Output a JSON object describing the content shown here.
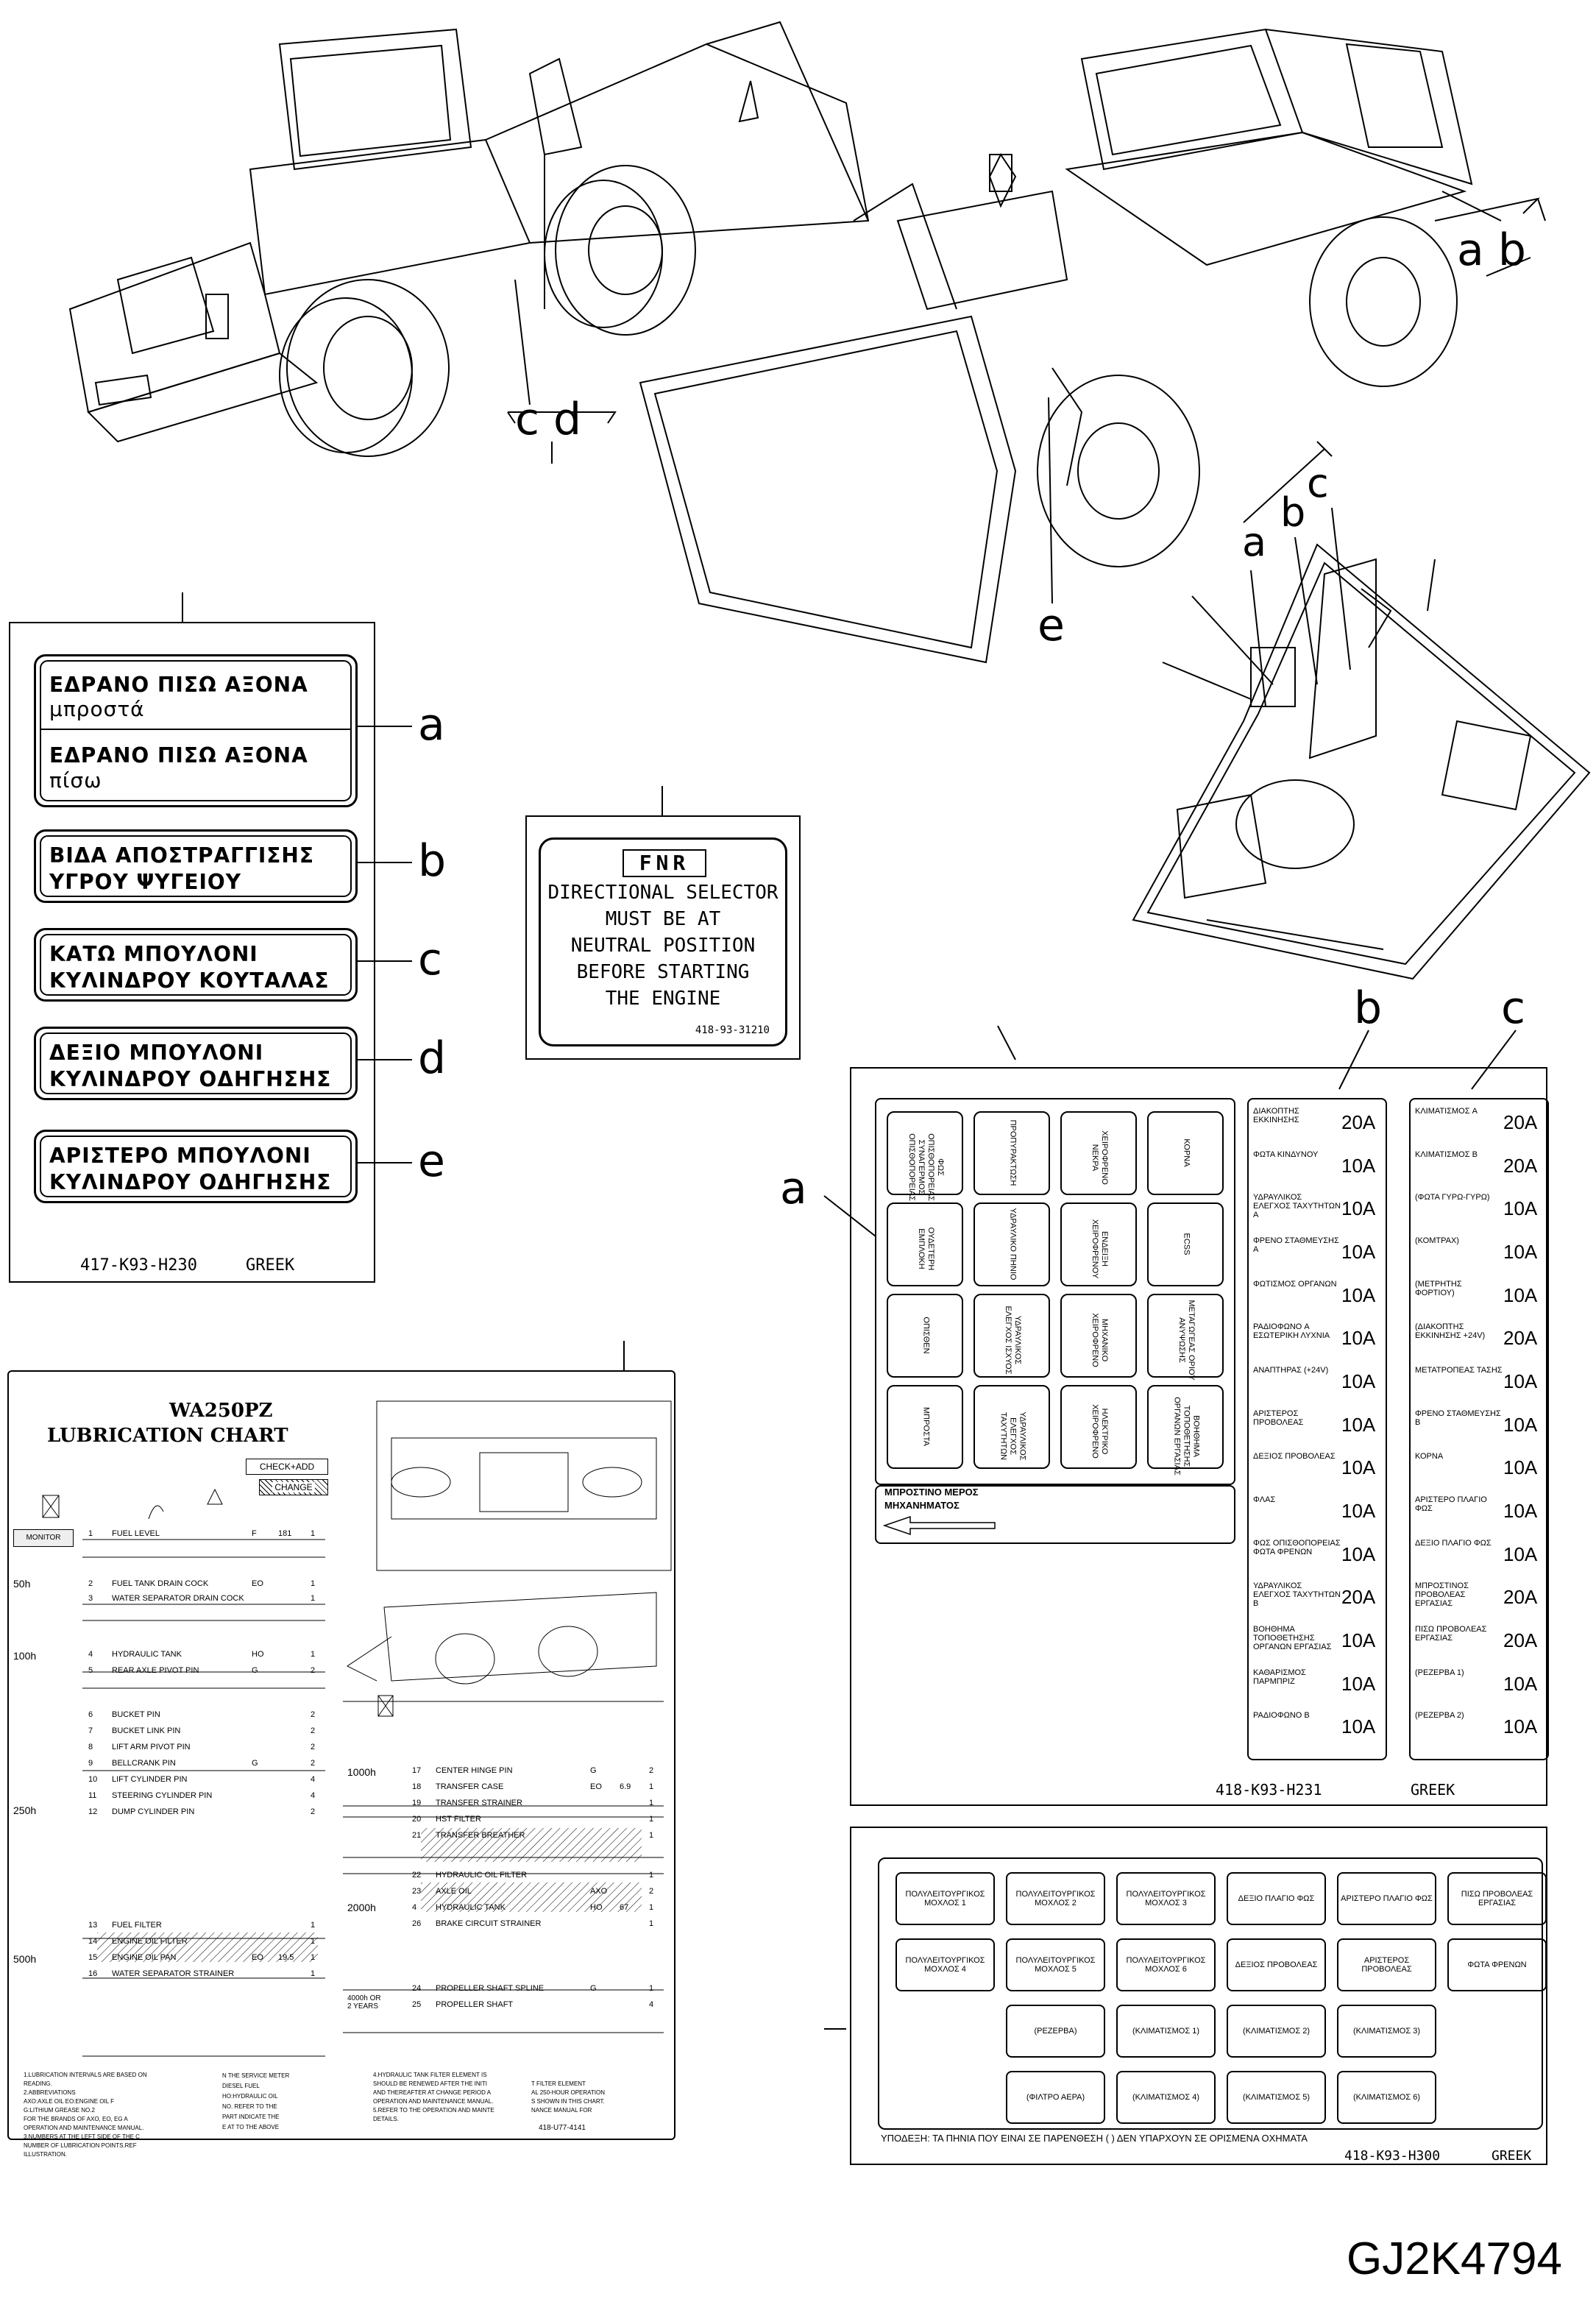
{
  "figure_code": "GJ2K4794",
  "callouts": {
    "cd": "c d",
    "ab_right": "a b",
    "e": "e",
    "cab_a": "a",
    "cab_b": "b",
    "cab_c": "c",
    "fuse_a": "a",
    "fuse_b": "b",
    "fuse_c": "c"
  },
  "greek_labels": {
    "a1_line1": "ΕΔΡΑΝΟ ΠΙΣΩ ΑΞΟΝΑ",
    "a1_line2": "μπροστά",
    "a2_line1": "ΕΔΡΑΝΟ ΠΙΣΩ ΑΞΟΝΑ",
    "a2_line2": "πίσω",
    "b_line1": "ΒΙΔΑ ΑΠΟΣΤΡΑΓΓΙΣΗΣ",
    "b_line2": "ΥΓΡΟΥ ΨΥΓΕΙΟΥ",
    "c_line1": "ΚΑΤΩ ΜΠΟΥΛΟΝΙ",
    "c_line2": "ΚΥΛΙΝΔΡΟΥ ΚΟΥΤΑΛΑΣ",
    "d_line1": "ΔΕΞΙΟ ΜΠΟΥΛΟΝΙ",
    "d_line2": "ΚΥΛΙΝΔΡΟΥ ΟΔΗΓΗΣΗΣ",
    "e_line1": "ΑΡΙΣΤΕΡΟ ΜΠΟΥΛΟΝΙ",
    "e_line2": "ΚΥΛΙΝΔΡΟΥ ΟΔΗΓΗΣΗΣ",
    "letters": [
      "a",
      "b",
      "c",
      "d",
      "e"
    ],
    "code": "417-K93-H230",
    "lang": "GREEK"
  },
  "fnr": {
    "badge": "FNR",
    "l1": "DIRECTIONAL SELECTOR",
    "l2": "MUST BE AT",
    "l3": "NEUTRAL POSITION",
    "l4": "BEFORE STARTING",
    "l5": "THE ENGINE",
    "code": "418-93-31210"
  },
  "lube": {
    "title1": "WA250PZ",
    "title2": "LUBRICATION CHART",
    "check": "CHECK+ADD",
    "change": "CHANGE",
    "intervals": [
      "MONITOR",
      "50h",
      "100h",
      "250h",
      "500h",
      "1000h",
      "2000h",
      "4000h OR 2 YEARS"
    ],
    "rows_left": [
      {
        "n": "1",
        "item": "FUEL LEVEL",
        "c": "F",
        "q": "181",
        "p": "1"
      },
      {
        "n": "2",
        "item": "FUEL TANK DRAIN COCK",
        "c": "EO",
        "q": "",
        "p": "1"
      },
      {
        "n": "3",
        "item": "WATER SEPARATOR DRAIN COCK",
        "c": "",
        "q": "",
        "p": "1"
      },
      {
        "n": "4",
        "item": "HYDRAULIC TANK",
        "c": "HO",
        "q": "",
        "p": "1"
      },
      {
        "n": "5",
        "item": "REAR AXLE PIVOT PIN",
        "c": "G",
        "q": "",
        "p": "2"
      },
      {
        "n": "6",
        "item": "BUCKET PIN",
        "c": "",
        "q": "",
        "p": "2"
      },
      {
        "n": "7",
        "item": "BUCKET LINK PIN",
        "c": "",
        "q": "",
        "p": "2"
      },
      {
        "n": "8",
        "item": "LIFT ARM PIVOT PIN",
        "c": "",
        "q": "",
        "p": "2"
      },
      {
        "n": "9",
        "item": "BELLCRANK PIN",
        "c": "G",
        "q": "",
        "p": "2"
      },
      {
        "n": "10",
        "item": "LIFT CYLINDER PIN",
        "c": "",
        "q": "",
        "p": "4"
      },
      {
        "n": "11",
        "item": "STEERING CYLINDER PIN",
        "c": "",
        "q": "",
        "p": "4"
      },
      {
        "n": "12",
        "item": "DUMP CYLINDER PIN",
        "c": "",
        "q": "",
        "p": "2"
      },
      {
        "n": "13",
        "item": "FUEL FILTER",
        "c": "",
        "q": "",
        "p": "1"
      },
      {
        "n": "14",
        "item": "ENGINE OIL FILTER",
        "c": "",
        "q": "",
        "p": "1"
      },
      {
        "n": "15",
        "item": "ENGINE OIL PAN",
        "c": "EO",
        "q": "19.5",
        "p": "1"
      },
      {
        "n": "16",
        "item": "WATER SEPARATOR STRAINER",
        "c": "",
        "q": "",
        "p": "1"
      }
    ],
    "rows_right": [
      {
        "n": "17",
        "item": "CENTER HINGE PIN",
        "c": "G",
        "q": "",
        "p": "2"
      },
      {
        "n": "18",
        "item": "TRANSFER CASE",
        "c": "EO",
        "q": "6.9",
        "p": "1"
      },
      {
        "n": "19",
        "item": "TRANSFER STRAINER",
        "c": "",
        "q": "",
        "p": "1"
      },
      {
        "n": "20",
        "item": "HST FILTER",
        "c": "",
        "q": "",
        "p": "1"
      },
      {
        "n": "21",
        "item": "TRANSFER BREATHER",
        "c": "",
        "q": "",
        "p": "1"
      },
      {
        "n": "22",
        "item": "HYDRAULIC OIL FILTER",
        "c": "",
        "q": "",
        "p": "1"
      },
      {
        "n": "23",
        "item": "AXLE OIL",
        "c": "AXO",
        "q": "",
        "p": "2"
      },
      {
        "n": "4",
        "item": "HYDRAULIC TANK",
        "c": "HO",
        "q": "67",
        "p": "1"
      },
      {
        "n": "26",
        "item": "BRAKE CIRCUIT STRAINER",
        "c": "",
        "q": "",
        "p": "1"
      },
      {
        "n": "24",
        "item": "PROPELLER SHAFT SPLINE",
        "c": "G",
        "q": "",
        "p": "1"
      },
      {
        "n": "25",
        "item": "PROPELLER SHAFT",
        "c": "",
        "q": "",
        "p": "4"
      }
    ],
    "notes": [
      "1.LUBRICATION INTERVALS ARE BASED ON",
      "READING.",
      "2.ABBREVIATIONS",
      "AXO:AXLE OIL  EO:ENGINE OIL  F",
      "G:LITHIUM GREASE NO.2",
      "FOR THE BRANDS OF AXO, EO, EG A",
      "OPERATION AND MAINTENANCE MANUAL.",
      "3.NUMBERS AT THE LEFT SIDE OF THE C",
      "NUMBER OF LUBRICATION POINTS.REF",
      "ILLUSTRATION."
    ],
    "notes_mid": [
      "N THE SERVICE METER",
      "DIESEL FUEL",
      "HO:HYDRAULIC OIL",
      "NO. REFER TO THE",
      "PART INDICATE THE",
      "E AT TO THE ABOVE"
    ],
    "notes_right": [
      "4.HYDRAULIC TANK FILTER ELEMENT IS",
      "SHOULD BE RENEWED AFTER THE INITI",
      "AND THEREAFTER AT CHANGE PERIOD A",
      "OPERATION AND MAINTENANCE MANUAL.",
      "5.REFER TO THE OPERATION AND MAINTE",
      "DETAILS."
    ],
    "notes_right2": [
      "T FILTER ELEMENT",
      "AL 250-HOUR OPERATION",
      "S SHOWN IN THIS CHART.",
      "NANCE MANUAL FOR"
    ],
    "code": "418-U77-4141"
  },
  "fuse": {
    "relays": [
      "ΦΩΣ ΟΠΙΣΘΟΠΟΡΕΙΑΣ ΣΥΝΑΓΕΡΜΟΣ ΟΠΙΣΘΟΠΟΡΕΙΑΣ",
      "ΠΡΟΠΥΡΑΚΤΩΣΗ",
      "ΧΕΙΡΟΦΡΕΝΟ ΝΕΚΡΑ",
      "ΚΟΡΝΑ",
      "ΟΥΔΕΤΕΡΗ ΕΜΠΛΟΚΗ",
      "ΥΔΡΑΥΛΙΚΟ ΠΗΝΙΟ",
      "ΕΝΔΕΙΞΗ ΧΕΙΡΟΦΡΕΝΟΥ",
      "ECSS",
      "ΟΠΙΣΘΕΝ",
      "ΥΔΡΑΥΛΙΚΟΣ ΕΛΕΓΧΟΣ ΙΣΧΥΟΣ",
      "ΜΗΧΑΝΙΚΟ ΧΕΙΡΟΦΡΕΝΟ",
      "ΜΕΤΑΓΩΓΕΑΣ ΟΡΙΟΥ ΑΝΥΨΩΣΗΣ",
      "ΜΠΡΟΣΤΑ",
      "ΥΔΡΑΥΛΙΚΟΣ ΕΛΕΓΧΟΣ ΤΑΧΥΤΗΤΩΝ",
      "ΗΛΕΚΤΡΙΚΟ ΧΕΙΡΟΦΡΕΝΟ",
      "ΒΟΗΘΗΜΑ ΤΟΠΟΘΕΤΗΣΗΣ ΟΡΓΑΝΩΝ ΕΡΓΑΣΙΑΣ"
    ],
    "front_label1": "ΜΠΡΟΣΤΙΝΟ ΜΕΡΟΣ",
    "front_label2": "ΜΗΧΑΝΗΜΑΤΟΣ",
    "col_b": [
      {
        "name": "ΔΙΑΚΟΠΤΗΣ ΕΚΚΙΝΗΣΗΣ",
        "amp": "20A"
      },
      {
        "name": "ΦΩΤΑ ΚΙΝΔΥΝΟΥ",
        "amp": "10A"
      },
      {
        "name": "ΥΔΡΑΥΛΙΚΟΣ ΕΛΕΓΧΟΣ ΤΑΧΥΤΗΤΩΝ A",
        "amp": "10A"
      },
      {
        "name": "ΦΡΕΝΟ ΣΤΑΘΜΕΥΣΗΣ A",
        "amp": "10A"
      },
      {
        "name": "ΦΩΤΙΣΜΟΣ ΟΡΓΑΝΩΝ",
        "amp": "10A"
      },
      {
        "name": "ΡΑΔΙΟΦΩΝΟ A ΕΣΩΤΕΡΙΚΗ ΛΥΧΝΙΑ",
        "amp": "10A"
      },
      {
        "name": "ΑΝΑΠΤΗΡΑΣ (+24V)",
        "amp": "10A"
      },
      {
        "name": "ΑΡΙΣΤΕΡΟΣ ΠΡΟΒΟΛΕΑΣ",
        "amp": "10A"
      },
      {
        "name": "ΔΕΞΙΟΣ ΠΡΟΒΟΛΕΑΣ",
        "amp": "10A"
      },
      {
        "name": "ΦΛΑΣ",
        "amp": "10A"
      },
      {
        "name": "ΦΩΣ ΟΠΙΣΘΟΠΟΡΕΙΑΣ ΦΩΤΑ ΦΡΕΝΩΝ",
        "amp": "10A"
      },
      {
        "name": "ΥΔΡΑΥΛΙΚΟΣ ΕΛΕΓΧΟΣ ΤΑΧΥΤΗΤΩΝ B",
        "amp": "20A"
      },
      {
        "name": "ΒΟΗΘΗΜΑ ΤΟΠΟΘΕΤΗΣΗΣ ΟΡΓΑΝΩΝ ΕΡΓΑΣΙΑΣ",
        "amp": "10A"
      },
      {
        "name": "ΚΑΘΑΡΙΣΜΟΣ ΠΑΡΜΠΡΙΖ",
        "amp": "10A"
      },
      {
        "name": "ΡΑΔΙΟΦΩΝΟ B",
        "amp": "10A"
      }
    ],
    "col_c": [
      {
        "name": "ΚΛΙΜΑΤΙΣΜΟΣ A",
        "amp": "20A"
      },
      {
        "name": "ΚΛΙΜΑΤΙΣΜΟΣ B",
        "amp": "20A"
      },
      {
        "name": "(ΦΩΤΑ ΓΥΡΩ-ΓΥΡΩ)",
        "amp": "10A"
      },
      {
        "name": "(ΚΟΜΤΡΑΧ)",
        "amp": "10A"
      },
      {
        "name": "(ΜΕΤΡΗΤΗΣ ΦΟΡΤΙΟΥ)",
        "amp": "10A"
      },
      {
        "name": "(ΔΙΑΚΟΠΤΗΣ ΕΚΚΙΝΗΣΗΣ +24V)",
        "amp": "20A"
      },
      {
        "name": "ΜΕΤΑΤΡΟΠΕΑΣ ΤΑΣΗΣ",
        "amp": "10A"
      },
      {
        "name": "ΦΡΕΝΟ ΣΤΑΘΜΕΥΣΗΣ B",
        "amp": "10A"
      },
      {
        "name": "ΚΟΡΝΑ",
        "amp": "10A"
      },
      {
        "name": "ΑΡΙΣΤΕΡΟ ΠΛΑΓΙΟ ΦΩΣ",
        "amp": "10A"
      },
      {
        "name": "ΔΕΞΙΟ ΠΛΑΓΙΟ ΦΩΣ",
        "amp": "10A"
      },
      {
        "name": "ΜΠΡΟΣΤΙΝΟΣ ΠΡΟΒΟΛΕΑΣ ΕΡΓΑΣΙΑΣ",
        "amp": "20A"
      },
      {
        "name": "ΠΙΣΩ ΠΡΟΒΟΛΕΑΣ ΕΡΓΑΣΙΑΣ",
        "amp": "20A"
      },
      {
        "name": "(ΡΕΖΕΡΒΑ 1)",
        "amp": "10A"
      },
      {
        "name": "(ΡΕΖΕΡΒΑ 2)",
        "amp": "10A"
      }
    ],
    "code": "418-K93-H231",
    "lang": "GREEK"
  },
  "relay_panel": {
    "row1": [
      "ΠΟΛΥΛΕΙΤΟΥΡΓΙΚΟΣ ΜΟΧΛΟΣ 1",
      "ΠΟΛΥΛΕΙΤΟΥΡΓΙΚΟΣ ΜΟΧΛΟΣ 2",
      "ΠΟΛΥΛΕΙΤΟΥΡΓΙΚΟΣ ΜΟΧΛΟΣ 3",
      "ΔΕΞΙΟ ΠΛΑΓΙΟ ΦΩΣ",
      "ΑΡΙΣΤΕΡΟ ΠΛΑΓΙΟ ΦΩΣ",
      "ΠΙΣΩ ΠΡΟΒΟΛΕΑΣ ΕΡΓΑΣΙΑΣ"
    ],
    "row2": [
      "ΠΟΛΥΛΕΙΤΟΥΡΓΙΚΟΣ ΜΟΧΛΟΣ 4",
      "ΠΟΛΥΛΕΙΤΟΥΡΓΙΚΟΣ ΜΟΧΛΟΣ 5",
      "ΠΟΛΥΛΕΙΤΟΥΡΓΙΚΟΣ ΜΟΧΛΟΣ 6",
      "ΔΕΞΙΟΣ ΠΡΟΒΟΛΕΑΣ",
      "ΑΡΙΣΤΕΡΟΣ ΠΡΟΒΟΛΕΑΣ",
      "ΦΩΤΑ ΦΡΕΝΩΝ"
    ],
    "row3": [
      "(ΡΕΖΕΡΒΑ)",
      "(ΚΛΙΜΑΤΙΣΜΟΣ 1)",
      "(ΚΛΙΜΑΤΙΣΜΟΣ 2)",
      "(ΚΛΙΜΑΤΙΣΜΟΣ 3)"
    ],
    "row4": [
      "(ΦΙΛΤΡΟ ΑΕΡΑ)",
      "(ΚΛΙΜΑΤΙΣΜΟΣ 4)",
      "(ΚΛΙΜΑΤΙΣΜΟΣ 5)",
      "(ΚΛΙΜΑΤΙΣΜΟΣ 6)"
    ],
    "note": "ΥΠΟΔΕΞΗ: ΤΑ ΠΗΝΙΑ ΠΟΥ ΕΙΝΑΙ ΣΕ ΠΑΡΕΝΘΕΣΗ ( ) ΔΕΝ ΥΠΑΡΧΟΥΝ ΣΕ ΟΡΙΣΜΕΝΑ ΟΧΗΜΑΤΑ",
    "code": "418-K93-H300",
    "lang": "GREEK"
  }
}
